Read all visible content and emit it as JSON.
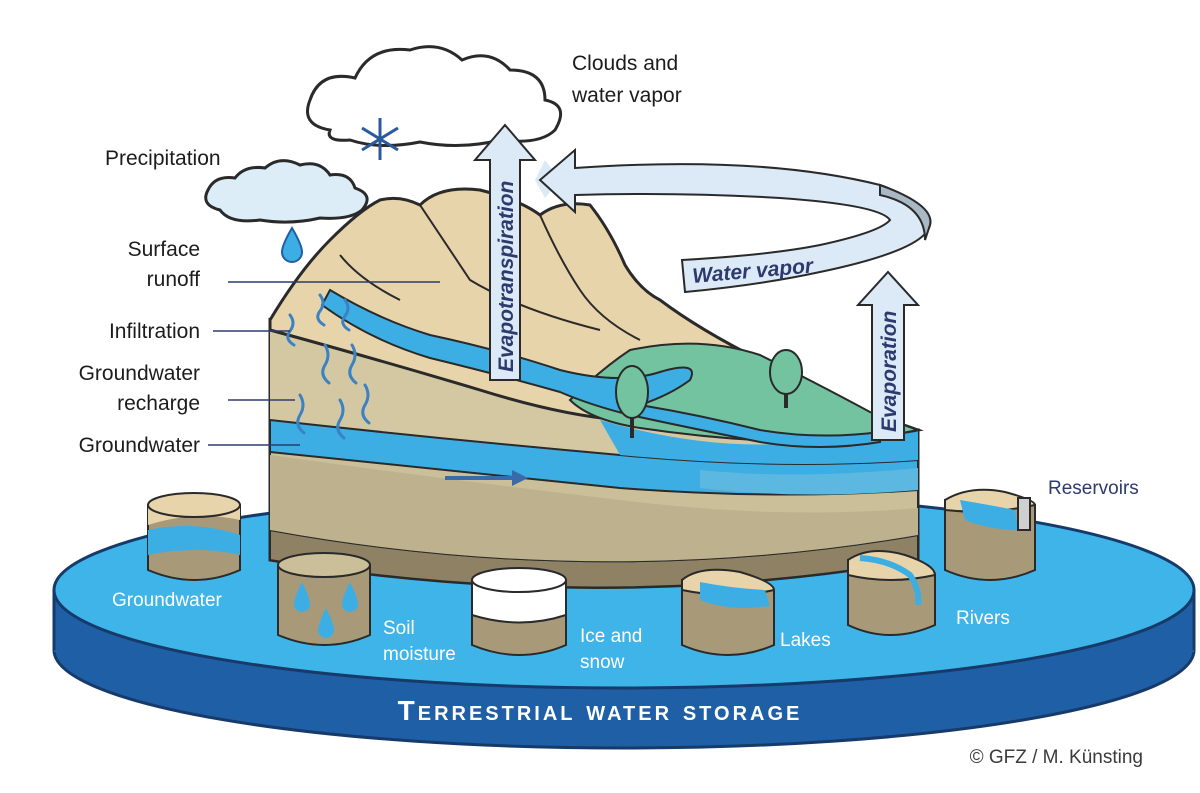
{
  "labels": {
    "clouds": [
      "Clouds and",
      "water vapor"
    ],
    "precipitation": "Precipitation",
    "surface_runoff": [
      "Surface",
      "runoff"
    ],
    "infiltration": "Infiltration",
    "groundwater_recharge": [
      "Groundwater",
      "recharge"
    ],
    "groundwater": "Groundwater",
    "evapotranspiration": "Evapotranspiration",
    "water_vapor": "Water vapor",
    "evaporation": "Evaporation",
    "reservoirs": "Reservoirs"
  },
  "storage_items": {
    "groundwater": "Groundwater",
    "soil_moisture": [
      "Soil",
      "moisture"
    ],
    "ice_snow": [
      "Ice and",
      "snow"
    ],
    "lakes": "Lakes",
    "rivers": "Rivers"
  },
  "title": "Terrestrial water storage",
  "credit": "© GFZ / M. Künsting",
  "colors": {
    "sand": "#e8d4aa",
    "soil": "#c2b48f",
    "soil_dark": "#a89a78",
    "water": "#3daee3",
    "water_deep": "#1d6fb0",
    "disk_top": "#3fb4e8",
    "disk_rim": "#1f5fa6",
    "green": "#74c3a0",
    "arrow_fill": "#dbeaf6",
    "cloud": "#ffffff",
    "small_cloud": "#dcedf7"
  },
  "icons": [
    "snowflake-icon",
    "raindrop-icon",
    "tree-icon",
    "percolation-arrow-icon",
    "flow-arrow-icon"
  ]
}
